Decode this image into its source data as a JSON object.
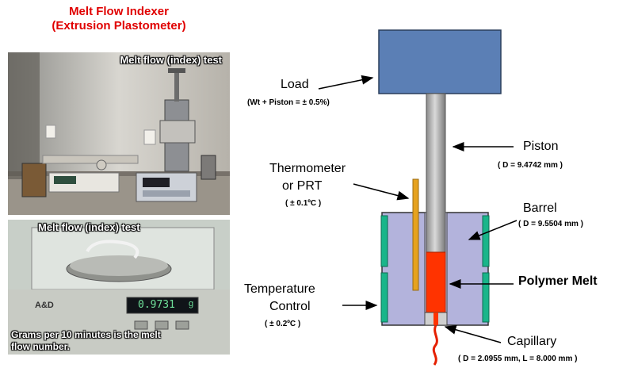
{
  "title": {
    "line1": "Melt Flow Indexer",
    "line2": "(Extrusion Plastometer)"
  },
  "photo1": {
    "caption": "Melt flow (index) test"
  },
  "photo2": {
    "caption": "Melt flow (index) test",
    "display": "0.9731",
    "unit": "g",
    "brand": "A&D",
    "footer_line1": "Grams per 10 minutes is the melt",
    "footer_line2": "flow number."
  },
  "labels": {
    "load": "Load",
    "load_sub": "(Wt + Piston = ± 0.5%)",
    "piston": "Piston",
    "piston_sub": "( D = 9.4742 mm )",
    "thermo1": "Thermometer",
    "thermo2": "or PRT",
    "thermo_sub": "( ± 0.1ºC )",
    "barrel": "Barrel",
    "barrel_sub": "( D = 9.5504 mm )",
    "melt": "Polymer Melt",
    "temp1": "Temperature",
    "temp2": "Control",
    "temp_sub": "( ± 0.2ºC )",
    "capillary": "Capillary",
    "capillary_sub": "( D = 2.0955 mm, L = 8.000 mm )"
  },
  "colors": {
    "title": "#e00000",
    "load_block": "#5b7fb5",
    "barrel": "#b3b3dc",
    "heater": "#19b58a",
    "melt": "#ff3300",
    "thermometer": "#e6a21f"
  }
}
